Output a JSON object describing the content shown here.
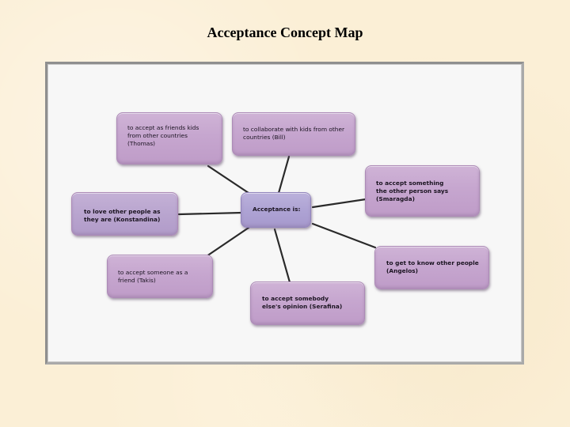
{
  "title": "Acceptance Concept Map",
  "concept_map": {
    "center": {
      "label": "Acceptance is:",
      "color": "#aea3d4"
    },
    "node_color": "#c6a6cf",
    "link_color": "#2a2a2a",
    "nodes": [
      {
        "id": "thomas",
        "label": "to accept as friends kids from other countries (Thomas)"
      },
      {
        "id": "bill",
        "label": "to collaborate with kids from other countries (Bill)"
      },
      {
        "id": "smaragda",
        "label": "to accept something the other person says (Smaragda)"
      },
      {
        "id": "konstandina",
        "label": "to love other people as they are (Konstandina)"
      },
      {
        "id": "takis",
        "label": "to accept someone as a friend (Takis)"
      },
      {
        "id": "angelos",
        "label": "to get to know other people (Angelos)"
      },
      {
        "id": "serafina",
        "label": "to accept somebody else's opinion (Serafina)"
      }
    ]
  }
}
